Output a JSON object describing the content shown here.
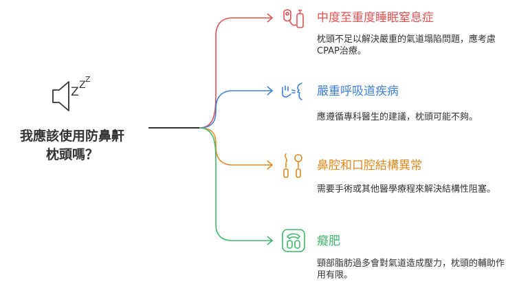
{
  "question": {
    "line1": "我應該使用防鼻鼾",
    "line2": "枕頭嗎？",
    "icon": "speaker-snore-icon"
  },
  "branches": [
    {
      "title": "中度至重度睡眠窒息症",
      "description": "枕頭不足以解決嚴重的氣道塌陷問題，應考慮CPAP治療。",
      "color": "#e05252",
      "icon": "cpap-mask-icon"
    },
    {
      "title": "嚴重呼吸道疾病",
      "description": "應遵循專科醫生的建議，枕頭可能不夠。",
      "color": "#3e7fd6",
      "icon": "breathing-face-icon"
    },
    {
      "title": "鼻腔和口腔結構異常",
      "description": "需要手術或其他醫學療程來解決結構性阻塞。",
      "color": "#e08a1e",
      "icon": "surgical-tools-icon"
    },
    {
      "title": "癡肥",
      "description": "頸部脂肪過多會對氣道造成壓力，枕頭的輔助作用有限。",
      "color": "#3fb66a",
      "icon": "weight-scale-icon"
    }
  ]
}
